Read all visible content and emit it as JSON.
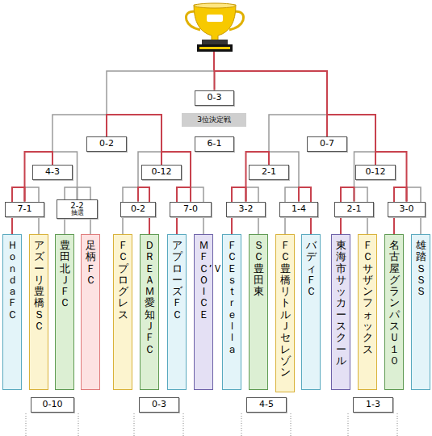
{
  "diagram": {
    "nodes": [
      {
        "text": [
          "0-3"
        ]
      },
      {
        "text": [
          "3位決定戦"
        ]
      },
      {
        "text": [
          "0-2"
        ]
      },
      {
        "text": [
          "6-1"
        ]
      },
      {
        "text": [
          "0-7"
        ]
      },
      {
        "text": [
          "4-3"
        ]
      },
      {
        "text": [
          "0-12"
        ]
      },
      {
        "text": [
          "2-1"
        ]
      },
      {
        "text": [
          "0-12"
        ]
      },
      {
        "text": [
          "7-1"
        ]
      },
      {
        "text": [
          "2-2",
          "抽選"
        ]
      },
      {
        "text": [
          "0-2"
        ]
      },
      {
        "text": [
          "7-0"
        ]
      },
      {
        "text": [
          "3-2"
        ]
      },
      {
        "text": [
          "1-4"
        ]
      },
      {
        "text": [
          "2-1"
        ]
      },
      {
        "text": [
          "3-0"
        ]
      },
      {
        "text": [
          "Ｈｏｎｄａ　ＦＣ"
        ]
      },
      {
        "text": [
          "アズーリ豊橋ＳＣ"
        ]
      },
      {
        "text": [
          "豊田北ＪＦＣ"
        ]
      },
      {
        "text": [
          "足柄ＦＣ"
        ]
      },
      {
        "text": [
          "ＦＣプログレス"
        ]
      },
      {
        "text": [
          "ＤＲＥＡＭ愛知ＪＦＣ"
        ]
      },
      {
        "text": [
          "アプローズＦＣ"
        ]
      },
      {
        "text": [
          "ＭＦＣ’ＶＯＩＣＥ"
        ]
      },
      {
        "text": [
          "ＦＣＥｓｔｒｅｌｌａ"
        ]
      },
      {
        "text": [
          "ＳＣ豊田東"
        ]
      },
      {
        "text": [
          "ＦＣ豊橋リトルＪセレゾン"
        ]
      },
      {
        "text": [
          "バディＦＣ"
        ]
      },
      {
        "text": [
          "東海市サッカースクール"
        ]
      },
      {
        "text": [
          "ＦＣサザンフォックス"
        ]
      },
      {
        "text": [
          "名古屋グランパスＵ１０"
        ]
      },
      {
        "text": [
          "雄踏ＳＳＳ"
        ]
      },
      {
        "text": [
          "0-10"
        ]
      },
      {
        "text": [
          "0-3"
        ]
      },
      {
        "text": [
          "4-5"
        ]
      },
      {
        "text": [
          "1-3"
        ]
      }
    ],
    "edges": [
      {
        "from": 17,
        "to": 9,
        "arrow": "none"
      },
      {
        "from": 18,
        "to": 9,
        "arrow": "none"
      },
      {
        "from": 19,
        "to": 10,
        "arrow": "none"
      },
      {
        "from": 20,
        "to": 10,
        "arrow": "none"
      },
      {
        "from": 21,
        "to": 11,
        "arrow": "none"
      },
      {
        "from": 22,
        "to": 11,
        "arrow": "none"
      },
      {
        "from": 23,
        "to": 12,
        "arrow": "none"
      },
      {
        "from": 24,
        "to": 12,
        "arrow": "none"
      },
      {
        "from": 25,
        "to": 13,
        "arrow": "none"
      },
      {
        "from": 26,
        "to": 13,
        "arrow": "none"
      },
      {
        "from": 27,
        "to": 14,
        "arrow": "none"
      },
      {
        "from": 28,
        "to": 14,
        "arrow": "none"
      },
      {
        "from": 29,
        "to": 15,
        "arrow": "none"
      },
      {
        "from": 30,
        "to": 15,
        "arrow": "none"
      },
      {
        "from": 31,
        "to": 16,
        "arrow": "none"
      },
      {
        "from": 32,
        "to": 16,
        "arrow": "none"
      },
      {
        "from": 9,
        "to": 5,
        "arrow": "none"
      },
      {
        "from": 10,
        "to": 5,
        "arrow": "none"
      },
      {
        "from": 11,
        "to": 6,
        "arrow": "none"
      },
      {
        "from": 12,
        "to": 6,
        "arrow": "none"
      },
      {
        "from": 13,
        "to": 7,
        "arrow": "none"
      },
      {
        "from": 14,
        "to": 7,
        "arrow": "none"
      },
      {
        "from": 15,
        "to": 8,
        "arrow": "none"
      },
      {
        "from": 16,
        "to": 8,
        "arrow": "none"
      },
      {
        "from": 5,
        "to": 2,
        "arrow": "none"
      },
      {
        "from": 6,
        "to": 2,
        "arrow": "none"
      },
      {
        "from": 7,
        "to": 4,
        "arrow": "none"
      },
      {
        "from": 8,
        "to": 4,
        "arrow": "none"
      },
      {
        "from": 2,
        "to": 0,
        "arrow": "none"
      },
      {
        "from": 4,
        "to": 0,
        "arrow": "none"
      }
    ]
  }
}
